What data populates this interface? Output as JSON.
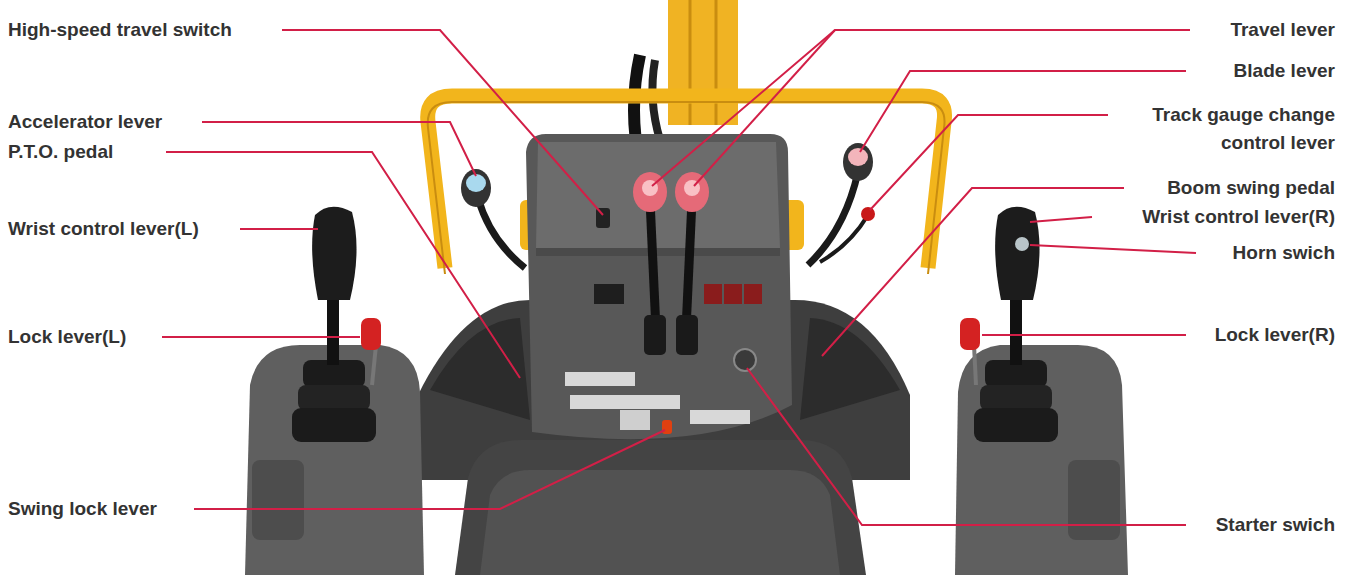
{
  "diagram": {
    "labels": [
      "High-speed travel switch",
      "Travel lever",
      "Blade lever",
      "Accelerator lever",
      "Track gauge change control lever",
      "P.T.O. pedal",
      "Boom swing pedal",
      "Wrist control lever(L)",
      "Wrist control lever(R)",
      "Horn swich",
      "Lock lever(L)",
      "Lock lever(R)",
      "Swing lock lever",
      "Starter swich"
    ]
  }
}
